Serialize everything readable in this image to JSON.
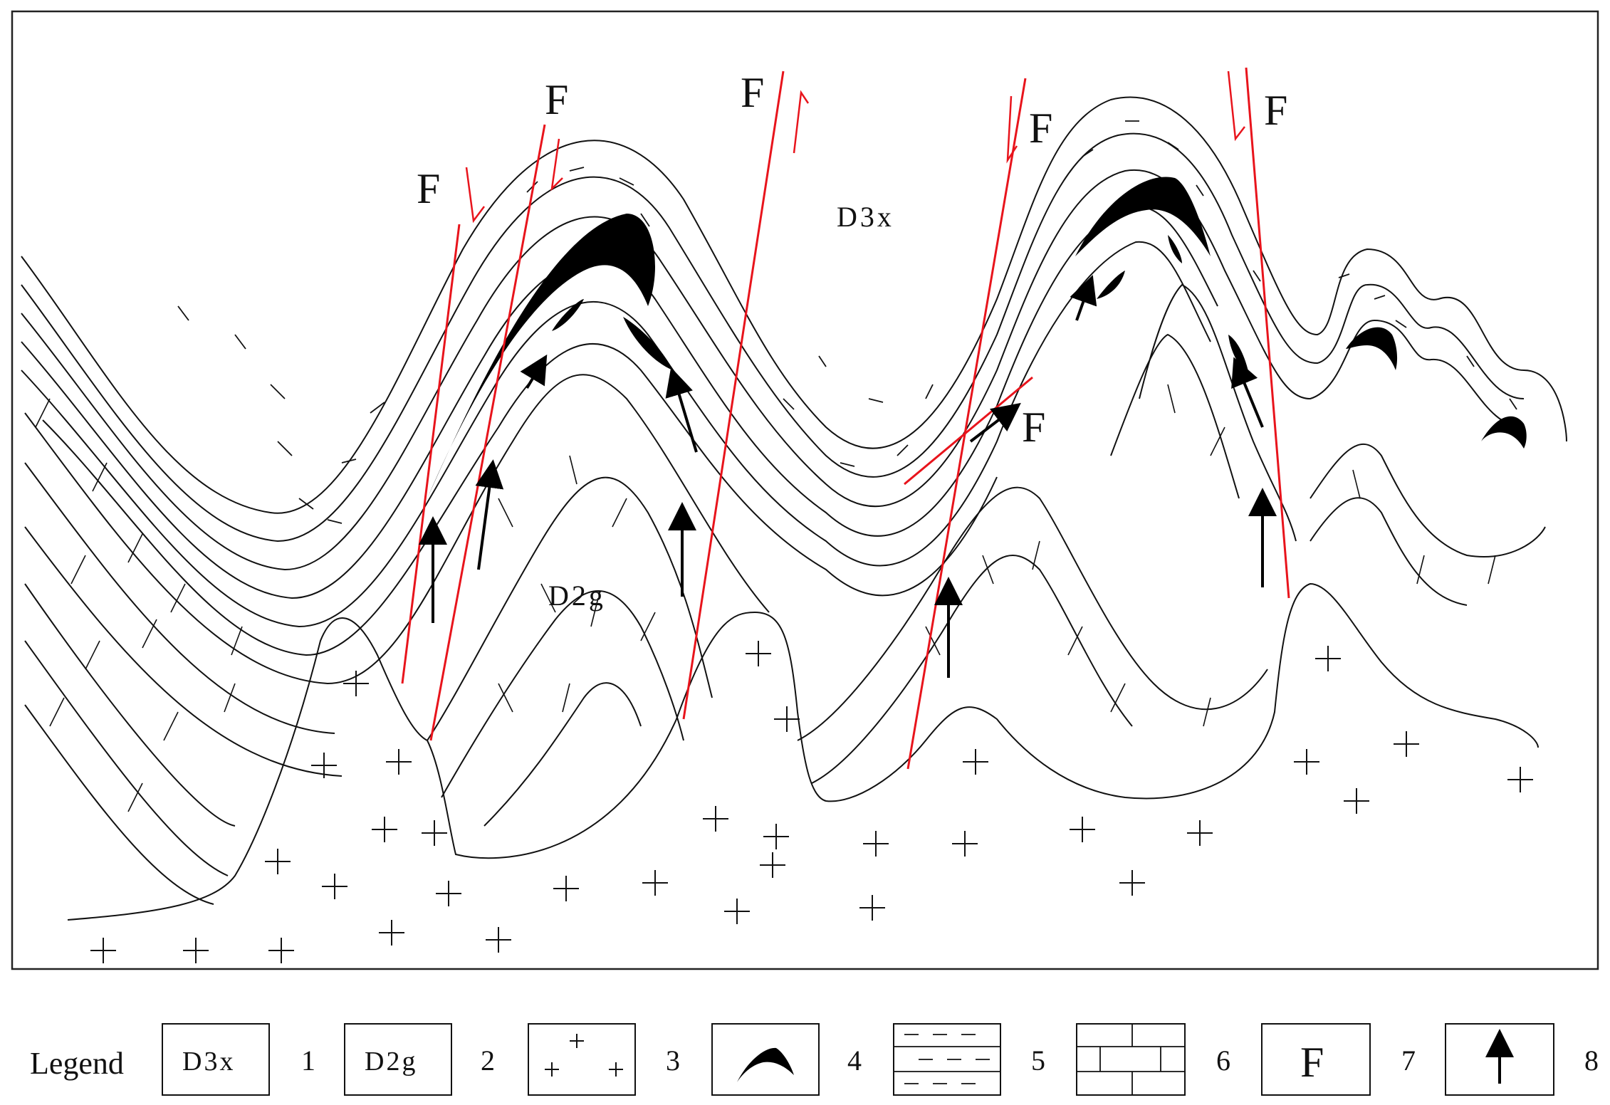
{
  "diagram": {
    "fault_symbol": "F",
    "unit_upper": "D3x",
    "unit_lower": "D2g",
    "colors": {
      "fault": "#e8141c",
      "ore": "#000000",
      "line": "#111111"
    }
  },
  "legend": {
    "title": "Legend",
    "items": [
      {
        "number": "1",
        "symbol": "D3x",
        "icon": "unit-label-d3x"
      },
      {
        "number": "2",
        "symbol": "D2g",
        "icon": "unit-label-d2g"
      },
      {
        "number": "3",
        "symbol": "",
        "icon": "granite-cross-pattern"
      },
      {
        "number": "4",
        "symbol": "",
        "icon": "ore-body-crescent"
      },
      {
        "number": "5",
        "symbol": "",
        "icon": "dashed-shale-pattern"
      },
      {
        "number": "6",
        "symbol": "",
        "icon": "limestone-brick-pattern"
      },
      {
        "number": "7",
        "symbol": "F",
        "icon": "fault-label"
      },
      {
        "number": "8",
        "symbol": "",
        "icon": "migration-arrow"
      }
    ]
  }
}
